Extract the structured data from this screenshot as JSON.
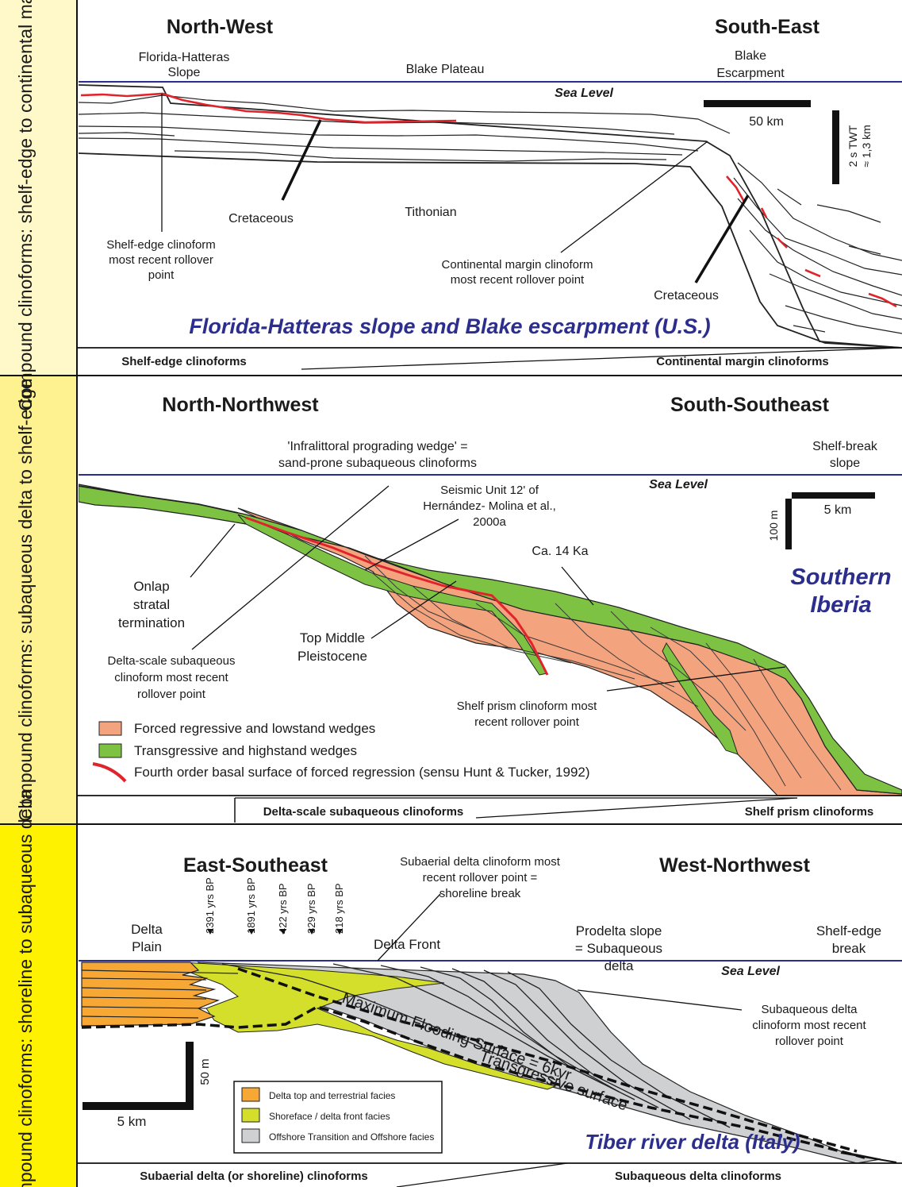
{
  "panels": [
    {
      "side_label": "Compound clinoforms: shelf-edge to continental margin",
      "dir_left": "North-West",
      "dir_right": "South-East",
      "top_labels": {
        "left": "Florida-Hatteras Slope",
        "middle": "Blake Plateau",
        "right": "Blake Escarpment"
      },
      "sea_level": "Sea Level",
      "scale_h": "50 km",
      "scale_v": "2 s TWT ≈ 1,3 km",
      "annotations": {
        "cretaceous_1": "Cretaceous",
        "tithonian": "Tithonian",
        "shelf_edge_rollover": "Shelf-edge clinoform most recent rollover point",
        "continental_margin_rollover": "Continental margin clinoform most recent rollover point",
        "cretaceous_2": "Cretaceous"
      },
      "title": "Florida-Hatteras slope and Blake escarpment (U.S.)",
      "bottom_left": "Shelf-edge clinoforms",
      "bottom_right": "Continental margin clinoforms"
    },
    {
      "side_label": "Compound clinoforms: subaqueous delta to shelf-edge",
      "dir_left": "North-Northwest",
      "dir_right": "South-Southeast",
      "top_labels": {
        "middle": "'Infralittoral prograding wedge' = sand-prone subaqueous clinoforms",
        "right": "Shelf-break slope"
      },
      "sea_level": "Sea Level",
      "scale_h": "5 km",
      "scale_v": "100 m",
      "annotations": {
        "seismic_unit": "Seismic Unit 12' of Hernández- Molina et al., 2000a",
        "ca14": "Ca. 14 Ka",
        "onlap": "Onlap stratal termination",
        "top_middle": "Top Middle Pleistocene",
        "delta_scale_rollover": "Delta-scale subaqueous clinoform most recent rollover point",
        "shelf_prism_rollover": "Shelf prism clinoform most recent rollover point"
      },
      "title": "Southern Iberia",
      "legend": [
        {
          "label": "Forced regressive and lowstand wedges",
          "color": "#f4a37f"
        },
        {
          "label": "Transgressive and highstand wedges",
          "color": "#7dc242"
        },
        {
          "label": "Fourth order basal surface of forced regression (sensu Hunt & Tucker, 1992)",
          "color": "#e0242b"
        }
      ],
      "bottom_left": "Delta-scale subaqueous clinoforms",
      "bottom_right": "Shelf prism clinoforms"
    },
    {
      "side_label": "Compound clinoforms: shoreline to subaqueous delta",
      "dir_left": "East-Southeast",
      "dir_right": "West-Northwest",
      "ages": [
        "2391 yrs BP",
        "1891 yrs BP",
        "422 yrs BP",
        "329 yrs BP",
        "218 yrs BP"
      ],
      "top_labels": {
        "delta_plain": "Delta Plain",
        "delta_front": "Delta Front",
        "prodelta": "Prodelta slope = Subaqueous delta",
        "shelf_edge": "Shelf-edge break"
      },
      "sea_level": "Sea Level",
      "scale_h": "5 km",
      "scale_v": "50 m",
      "annotations": {
        "subaerial_rollover": "Subaerial delta clinoform most recent rollover point = shoreline break",
        "subaqueous_rollover": "Subaqueous delta clinoform most recent rollover point",
        "mfs": "Maximum Flooding Surface = 6kyr",
        "ts": "Transgressive surface"
      },
      "title": "Tiber river delta (Italy)",
      "legend": [
        {
          "label": "Delta top and terrestrial facies",
          "color": "#f7a733"
        },
        {
          "label": "Shoreface / delta front facies",
          "color": "#d4df2b"
        },
        {
          "label": "Offshore Transition and Offshore facies",
          "color": "#cfd0d2"
        }
      ],
      "bottom_left": "Subaerial delta (or shoreline) clinoforms",
      "bottom_right": "Subaqueous delta clinoforms"
    }
  ],
  "colors": {
    "sea_level": "#2b2e8c",
    "panel1_side": "#fff9c9",
    "panel2_side": "#fdf28f",
    "panel3_side": "#fff200"
  }
}
